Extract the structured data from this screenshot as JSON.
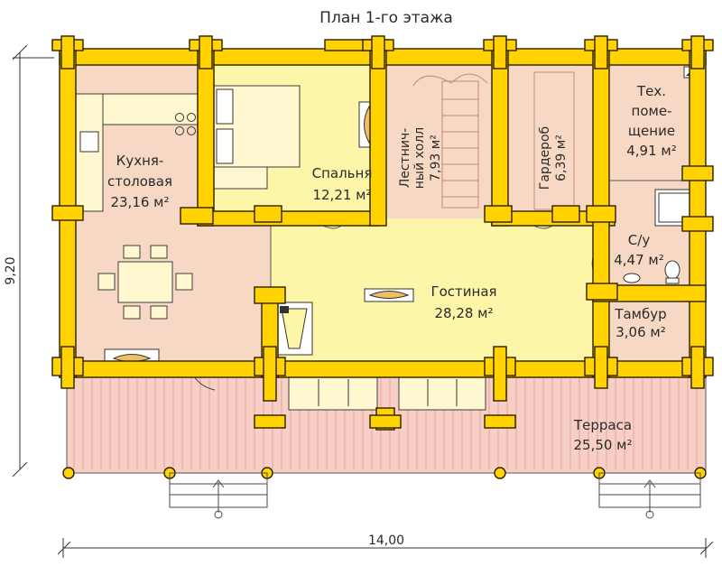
{
  "title": "План 1-го этажа",
  "dimensions": {
    "width": "14,00",
    "height": "9,20"
  },
  "rooms": {
    "kitchen": {
      "name_line1": "Кухня-",
      "name_line2": "столовая",
      "area": "23,16 м²"
    },
    "bedroom": {
      "name": "Спальня",
      "area": "12,21 м²"
    },
    "stair_hall": {
      "name_line1": "Лестнич-",
      "name_line2": "ный холл",
      "area": "7,93 м²"
    },
    "wardrobe": {
      "name": "Гардероб",
      "area": "6,39 м²"
    },
    "tech": {
      "name_line1": "Тех.",
      "name_line2": "поме-",
      "name_line3": "щение",
      "area": "4,91 м²"
    },
    "bathroom": {
      "name": "С/у",
      "area": "4,47 м²"
    },
    "living": {
      "name": "Гостиная",
      "area": "28,28 м²"
    },
    "vestibule": {
      "name": "Тамбур",
      "area": "3,06 м²"
    },
    "terrace": {
      "name": "Терраса",
      "area": "25,50 м²"
    }
  },
  "colors": {
    "log": "#ffd200",
    "kitchen_floor": "#f7d8c4",
    "bedroom_floor": "#fdf5a8",
    "living_floor": "#fdf5a8",
    "stair_floor": "#f7d8c4",
    "wardrobe_floor": "#f7d8c4",
    "tech_floor": "#f7d8c4",
    "terrace_floor": "#f7cfc4",
    "terrace_lines": "#e8a6a0"
  }
}
